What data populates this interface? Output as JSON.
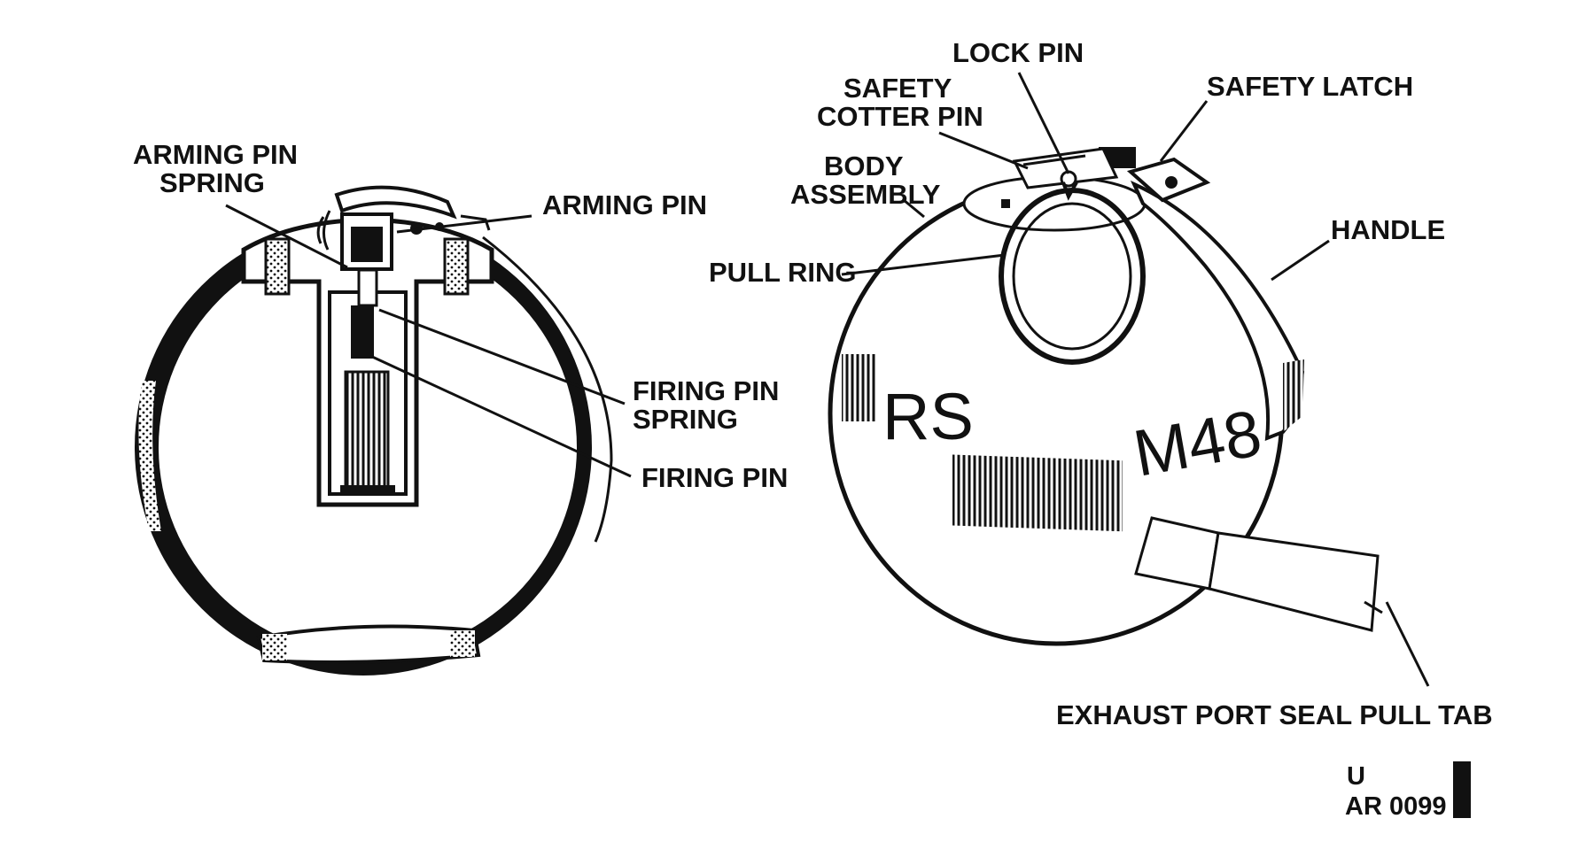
{
  "colors": {
    "ink": "#111111",
    "paper": "#ffffff"
  },
  "left_view": {
    "labels": {
      "arming_pin_spring_1": "ARMING PIN",
      "arming_pin_spring_2": "SPRING",
      "arming_pin": "ARMING PIN",
      "firing_pin_spring_1": "FIRING PIN",
      "firing_pin_spring_2": "SPRING",
      "firing_pin": "FIRING PIN"
    }
  },
  "right_view": {
    "labels": {
      "lock_pin": "LOCK PIN",
      "safety_cotter_pin_1": "SAFETY",
      "safety_cotter_pin_2": "COTTER PIN",
      "safety_latch": "SAFETY LATCH",
      "body_assembly_1": "BODY",
      "body_assembly_2": "ASSEMBLY",
      "handle": "HANDLE",
      "pull_ring": "PULL RING",
      "exhaust_port_seal_pull_tab": "EXHAUST PORT SEAL PULL TAB"
    },
    "markings": {
      "prefix": "RS",
      "model": "M48"
    }
  },
  "figure_code": {
    "line1": "U",
    "line2": "AR 0099"
  }
}
